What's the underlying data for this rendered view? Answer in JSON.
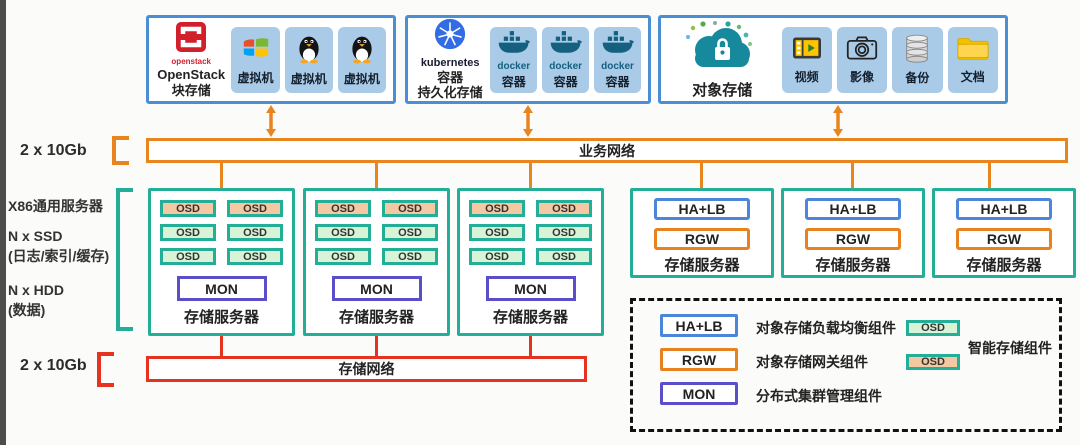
{
  "colors": {
    "top_box_border": "#4a8fd4",
    "tile_fill": "#a9cbe8",
    "teal": "#23ae97",
    "orange": "#e8851f",
    "red": "#e6331f",
    "purple": "#5b4ec9",
    "halb_blue": "#4c86db",
    "osd_green_fill": "#d8f3d6",
    "osd_orange_fill": "#f4c8a3"
  },
  "left_panel": {
    "bandwidth_top": "2 x 10Gb",
    "bandwidth_bottom": "2 x 10Gb",
    "specs": {
      "line1": "X86通用服务器",
      "line2": "N x SSD",
      "line3": "(日志/索引/缓存)",
      "line4": "N x HDD",
      "line5": "(数据)"
    }
  },
  "top_row": {
    "block_storage": {
      "brand": "openstack",
      "title1": "OpenStack",
      "title2": "块存储",
      "vm_label": "虚拟机"
    },
    "container_storage": {
      "brand": "kubernetes",
      "title1": "容器",
      "title2": "持久化存储",
      "docker_brand": "docker",
      "container_label": "容器"
    },
    "object_storage": {
      "title": "对象存储",
      "tiles": [
        {
          "icon": "video-icon",
          "label": "视频"
        },
        {
          "icon": "camera-icon",
          "label": "影像"
        },
        {
          "icon": "backup-icon",
          "label": "备份"
        },
        {
          "icon": "folder-icon",
          "label": "文档"
        }
      ]
    }
  },
  "networks": {
    "business": "业务网络",
    "storage": "存储网络"
  },
  "cluster": {
    "osd": "OSD",
    "mon": "MON",
    "server_label": "存储服务器",
    "halb": "HA+LB",
    "rgw": "RGW"
  },
  "legend": {
    "halb": "HA+LB",
    "halb_desc": "对象存储负载均衡组件",
    "rgw": "RGW",
    "rgw_desc": "对象存储网关组件",
    "mon": "MON",
    "mon_desc": "分布式集群管理组件",
    "osd": "OSD",
    "osd_desc": "智能存储组件"
  }
}
